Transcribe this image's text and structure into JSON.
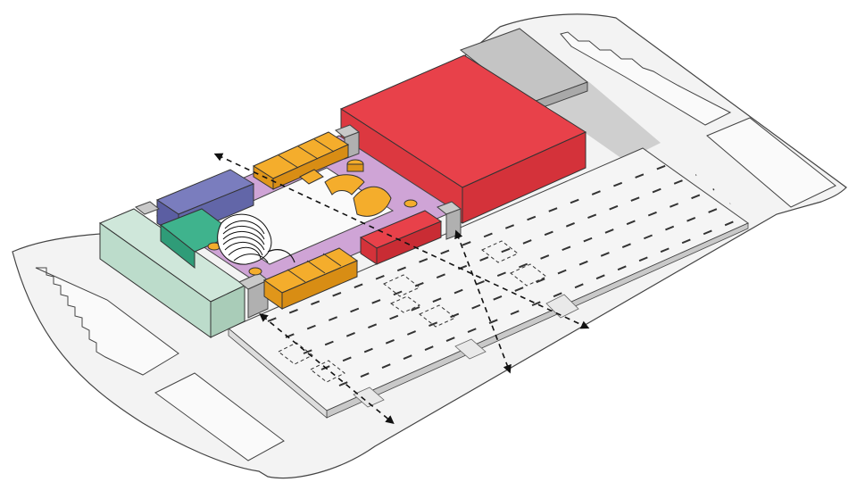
{
  "diagram": {
    "type": "axonometric-site-massing",
    "labels": [],
    "colors": {
      "background": "#ffffff",
      "ground": "#f2f2f2",
      "ground_stroke": "#444444",
      "plaza": "#f4f4f4",
      "red_block_top": "#e8414a",
      "red_block_side": "#d8333c",
      "grey_block_top": "#c4c4c4",
      "grey_block_side": "#a5a5a5",
      "shadow": "#cfcfcf",
      "lilac_court": "#cfa4d6",
      "blue_block_top": "#7376b8",
      "blue_block_side": "#5b5ea2",
      "mint_block_top": "#cfe7da",
      "mint_block_side": "#b6d6c4",
      "green_block_top": "#3fb38d",
      "green_block_side": "#2f9c78",
      "orange_top": "#f4ad2c",
      "orange_side": "#e0961a",
      "light_grey": "#dcdcdc",
      "mid_grey": "#b9b9b9",
      "arrow": "#111111"
    },
    "elements": [
      "site-ground",
      "plaza-platform",
      "red-volume",
      "grey-volume",
      "courtyard",
      "blue-volume",
      "mint-volume",
      "green-volume",
      "orange-unit-row-north",
      "orange-unit-row-south",
      "orange-pavilions",
      "auditorium-seating",
      "red-bar",
      "circulation-axes"
    ]
  }
}
